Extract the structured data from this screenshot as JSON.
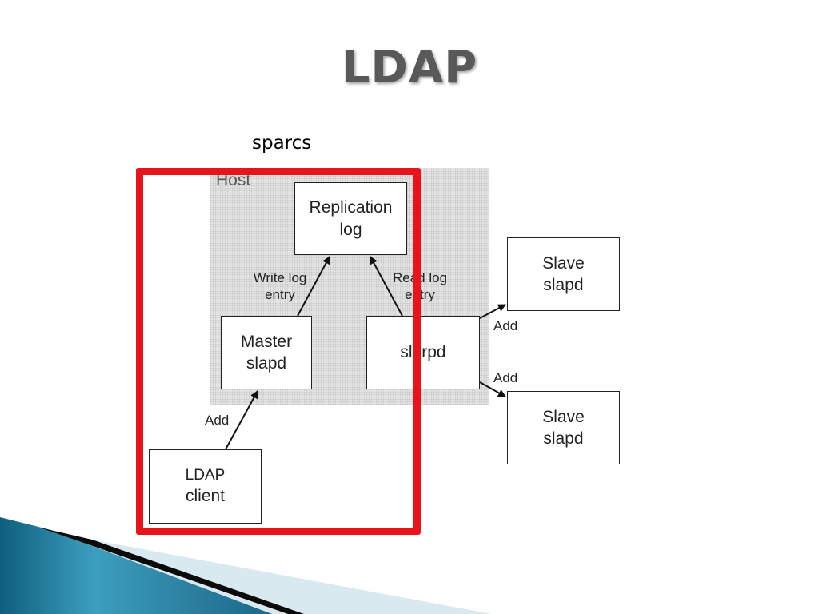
{
  "slide": {
    "title": "LDAP"
  },
  "annotation": {
    "label": "sparcs"
  },
  "diagram": {
    "host_label": "Host",
    "nodes": {
      "replication_log": {
        "line1": "Replication",
        "line2": "log"
      },
      "master_slapd": {
        "line1": "Master",
        "line2": "slapd"
      },
      "slurpd": {
        "line1": "slurpd"
      },
      "ldap_client": {
        "line1": "LDAP",
        "line2": "client"
      },
      "slave_1": {
        "line1": "Slave",
        "line2": "slapd"
      },
      "slave_2": {
        "line1": "Slave",
        "line2": "slapd"
      }
    },
    "edges": {
      "write_log": {
        "line1": "Write log",
        "line2": "entry"
      },
      "read_log": {
        "line1": "Read log",
        "line2": "entry"
      },
      "client_add": "Add",
      "slave1_add": "Add",
      "slave2_add": "Add"
    },
    "highlight_color": "#e8141b"
  }
}
